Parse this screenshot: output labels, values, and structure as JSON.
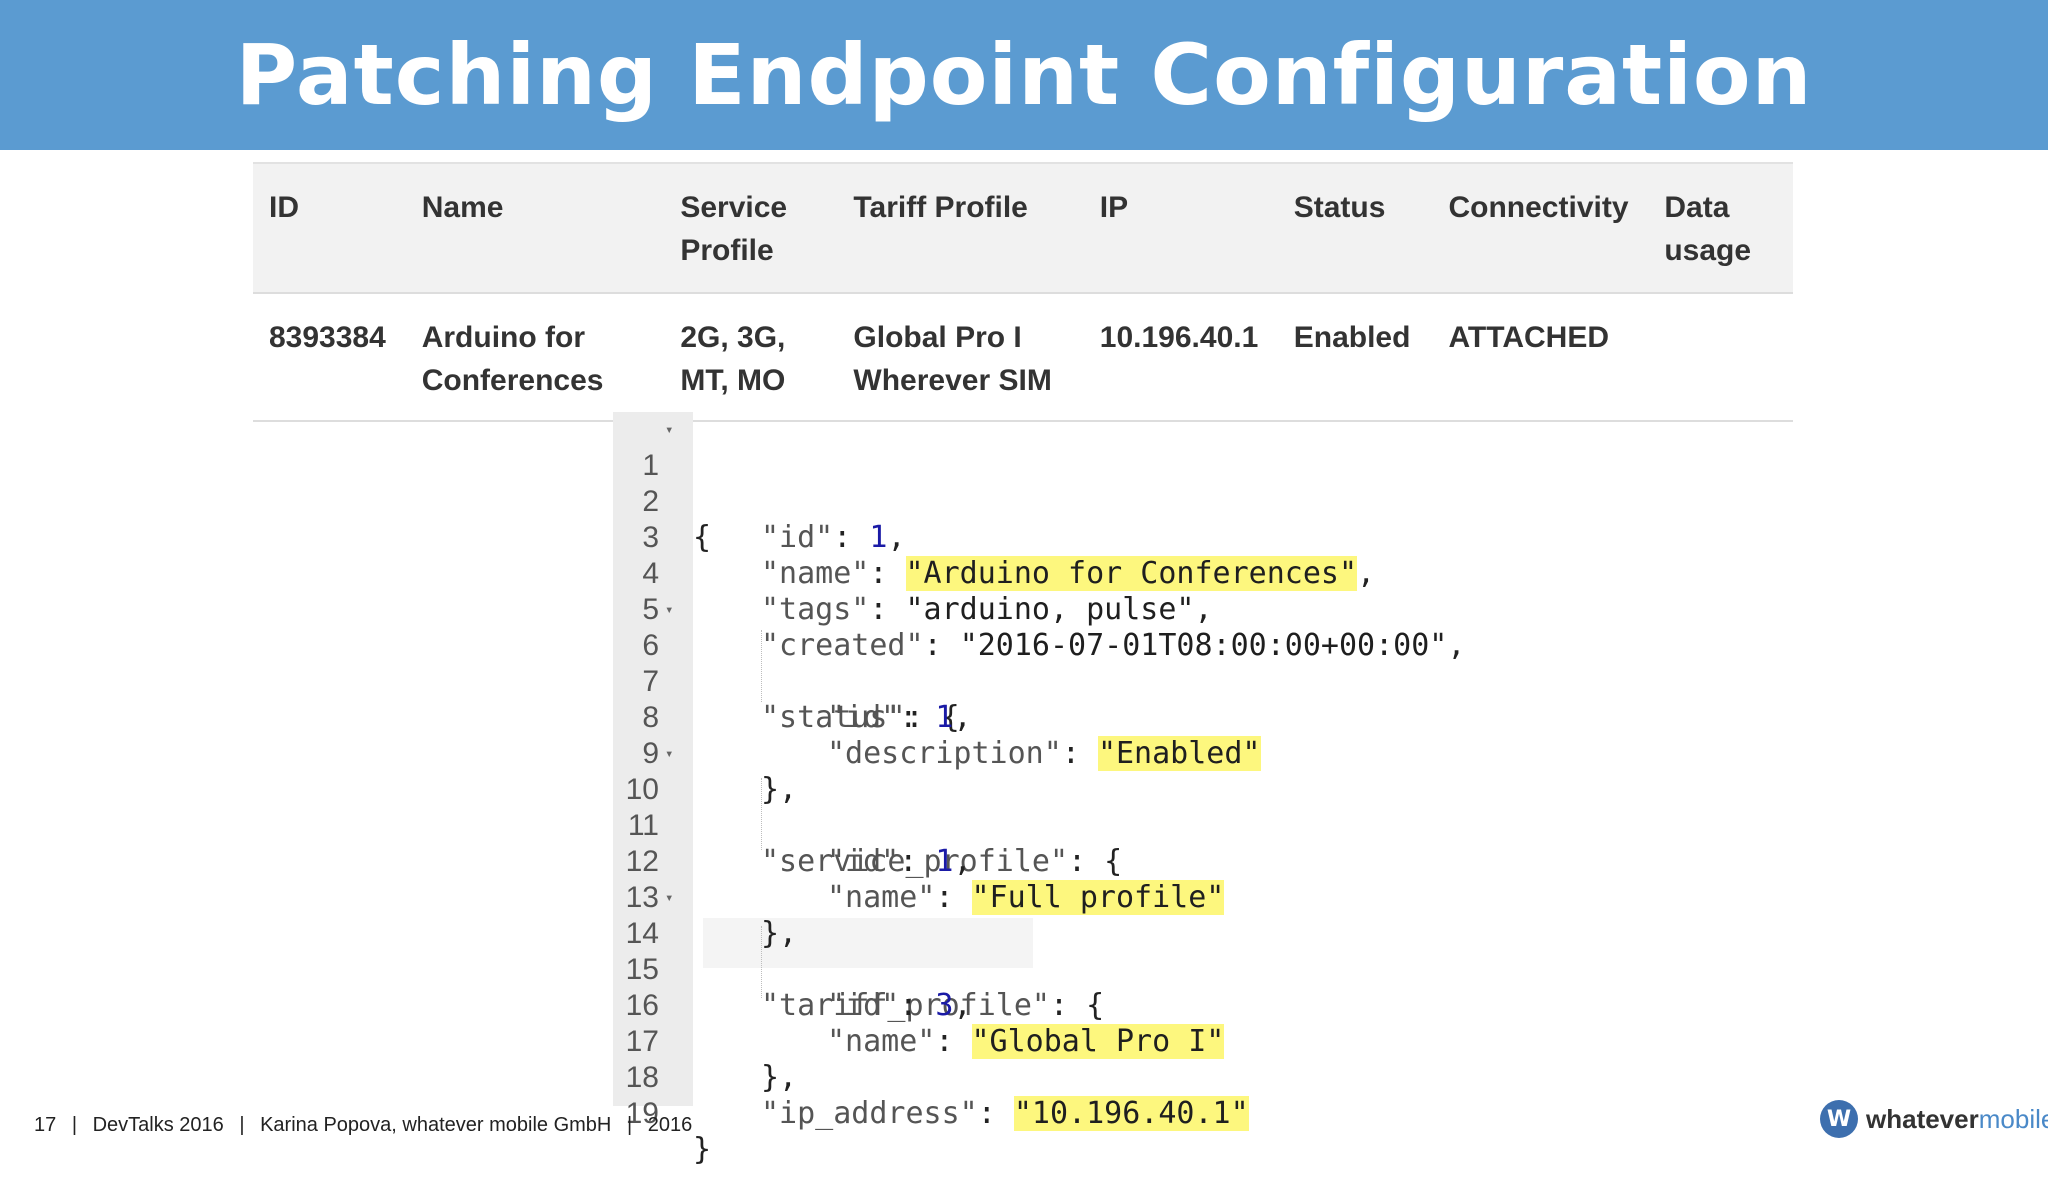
{
  "slide": {
    "title": "Patching Endpoint Configuration"
  },
  "table": {
    "headers": [
      "ID",
      "Name",
      "Service Profile",
      "Tariff Profile",
      "IP",
      "Status",
      "Connectivity",
      "Data usage"
    ],
    "row": {
      "id": "8393384",
      "name": "Arduino for Conferences",
      "service_profile": "2G, 3G, MT, MO",
      "tariff_profile": "Global Pro I Wherever SIM",
      "ip": "10.196.40.1",
      "status": "Enabled",
      "connectivity": "ATTACHED",
      "data_usage": ""
    }
  },
  "code": {
    "line_numbers": [
      "1",
      "2",
      "3",
      "4",
      "5",
      "6",
      "7",
      "8",
      "9",
      "10",
      "11",
      "12",
      "13",
      "14",
      "15",
      "16",
      "17",
      "18",
      "19"
    ],
    "tokens": {
      "l1": "{",
      "l2_key": "\"id\"",
      "l2_val": "1",
      "l3_key": "\"name\"",
      "l3_val": "\"Arduino for Conferences\"",
      "l4_key": "\"tags\"",
      "l4_val": "\"arduino, pulse\"",
      "l5_key": "\"created\"",
      "l5_val": "\"2016-07-01T08:00:00+00:00\"",
      "l6_key": "\"status\"",
      "l7_key": "\"id\"",
      "l7_val": "1",
      "l8_key": "\"description\"",
      "l8_val": "\"Enabled\"",
      "l9": "},",
      "l10_key": "\"service_profile\"",
      "l11_key": "\"id\"",
      "l11_val": "1",
      "l12_key": "\"name\"",
      "l12_val": "\"Full profile\"",
      "l13": "},",
      "l14_key": "\"tariff_profile\"",
      "l15_key": "\"id\"",
      "l15_val": "3",
      "l16_key": "\"name\"",
      "l16_val": "\"Global Pro I\"",
      "l17": "},",
      "l18_key": "\"ip_address\"",
      "l18_val": "\"10.196.40.1\"",
      "l19": "}"
    },
    "highlight_color": "#fdf77e"
  },
  "footer": {
    "page": "17",
    "sep": "|",
    "event": "DevTalks 2016",
    "author": "Karina Popova, whatever mobile GmbH",
    "year": "2016"
  },
  "logo": {
    "part1": "whatever",
    "part2": "mobile"
  },
  "colors": {
    "title_bar": "#5b9bd1",
    "highlight": "#fdf77e",
    "number": "#1a1aa6"
  }
}
